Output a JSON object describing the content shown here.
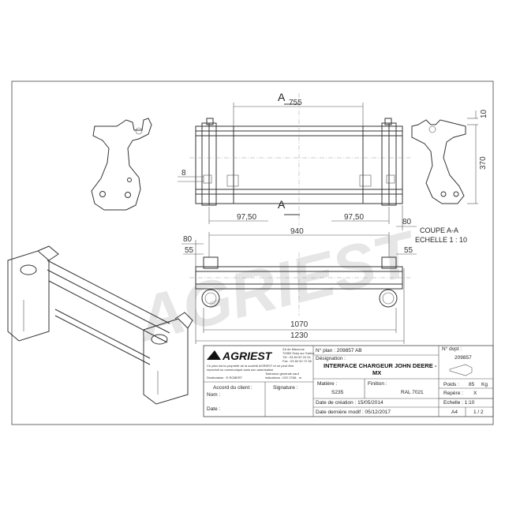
{
  "watermark": "AGRIEST",
  "views": {
    "section_label_top": "A",
    "section_label_bottom": "A",
    "section_title_line1": "COUPE A-A",
    "section_title_line2": "ECHELLE 1 : 10"
  },
  "dimensions": {
    "d755": "755",
    "d10": "10",
    "d370": "370",
    "d8": "8",
    "d97_left": "97,50",
    "d97_right": "97,50",
    "d80_right": "80",
    "d940": "940",
    "d80_left": "80",
    "d55_left": "55",
    "d55_right": "55",
    "d1070": "1070",
    "d1230": "1230"
  },
  "title_block": {
    "company": "AGRIEST",
    "address_1": "ZA de Maxonne",
    "address_2": "70360 Scey sur Saône",
    "phone": "Tél : 03 84 92 24 24",
    "fax": "Fax : 03 84 92 72 38",
    "legal_1": "Ce plan est la propriété de la société AGRIEST et ne peut être",
    "legal_2": "reproduit ou communiqué sans son autorisation",
    "addressee_label": "Destinataire : E.ROBERT",
    "tolerance_1": "Tolérance générale sauf",
    "tolerance_2": "indications : ISO 2768 - m",
    "client_agreement": "Accord du client :",
    "signature": "Signature :",
    "name_label": "Nom :",
    "date_label": "Date :",
    "plan_number": "N° plan : 209857 AB",
    "designation_label": "Désignation :",
    "designation_1": "INTERFACE CHARGEUR JOHN DEERE -",
    "designation_2": "MX",
    "devpt_label": "N° dvpt :",
    "devpt_value": "209857",
    "material_label": "Matière :",
    "material_value": "S235",
    "finish_label": "Finition :",
    "finish_value": "RAL 7021",
    "created_label": "Date de création : 15/05/2014",
    "modified_label": "Date dernière modif : 05/12/2017",
    "weight_label": "Poids :",
    "weight_value": "85",
    "weight_unit": "Kg",
    "repere_label": "Repère :",
    "repere_value": "X",
    "scale_label": "Echelle : 1:10",
    "format": "A4",
    "sheet": "1 / 2"
  }
}
